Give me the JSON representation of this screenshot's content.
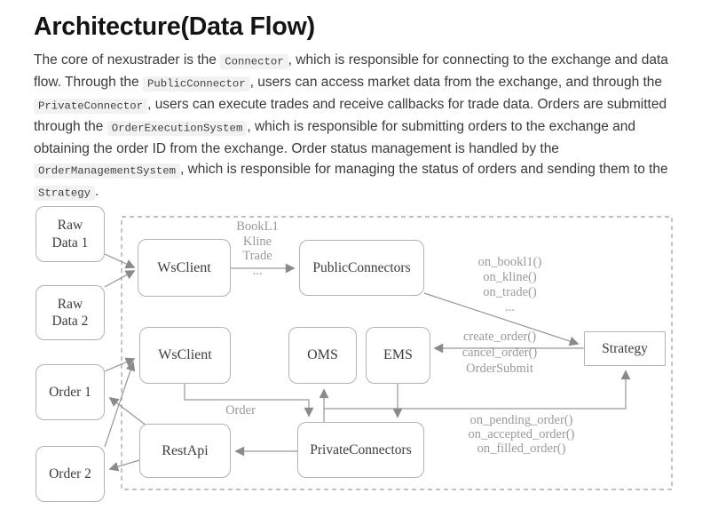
{
  "page": {
    "title": "Architecture(Data Flow)"
  },
  "paragraph": {
    "segments": [
      {
        "type": "text",
        "value": "The core of nexustrader is the "
      },
      {
        "type": "code",
        "value": "Connector"
      },
      {
        "type": "text",
        "value": ", which is responsible for connecting to the exchange and data flow. Through the "
      },
      {
        "type": "code",
        "value": "PublicConnector"
      },
      {
        "type": "text",
        "value": ", users can access market data from the exchange, and through the "
      },
      {
        "type": "code",
        "value": "PrivateConnector"
      },
      {
        "type": "text",
        "value": ", users can execute trades and receive callbacks for trade data. Orders are submitted through the "
      },
      {
        "type": "code",
        "value": "OrderExecutionSystem"
      },
      {
        "type": "text",
        "value": ", which is responsible for submitting orders to the exchange and obtaining the order ID from the exchange. Order status management is handled by the "
      },
      {
        "type": "code",
        "value": "OrderManagementSystem"
      },
      {
        "type": "text",
        "value": ", which is responsible for managing the status of orders and sending them to the "
      },
      {
        "type": "code",
        "value": "Strategy"
      },
      {
        "type": "text",
        "value": "."
      }
    ]
  },
  "diagram": {
    "boxes": {
      "raw_data_1": "Raw\nData 1",
      "raw_data_2": "Raw\nData 2",
      "order_1": "Order 1",
      "order_2": "Order 2",
      "wsclient_1": "WsClient",
      "wsclient_2": "WsClient",
      "public_connectors": "PublicConnectors",
      "oms": "OMS",
      "ems": "EMS",
      "restapi": "RestApi",
      "private_connectors": "PrivateConnectors",
      "strategy": "Strategy"
    },
    "edge_labels": {
      "feed_types": "BookL1\nKline\nTrade\n...",
      "public_callbacks": "on_bookl1()\non_kline()\non_trade()\n...",
      "order_commands": "create_order()\ncancel_order()\nOrderSubmit",
      "order": "Order",
      "private_callbacks": "on_pending_order()\non_accepted_order()\non_filled_order()"
    },
    "colors": {
      "box_border": "#b3b3b3",
      "box_text": "#3d3d3d",
      "line": "#969696",
      "arrowhead": "#8a8a8a",
      "label_text": "#9a9a9a",
      "code_background": "#f2f2f2"
    }
  }
}
